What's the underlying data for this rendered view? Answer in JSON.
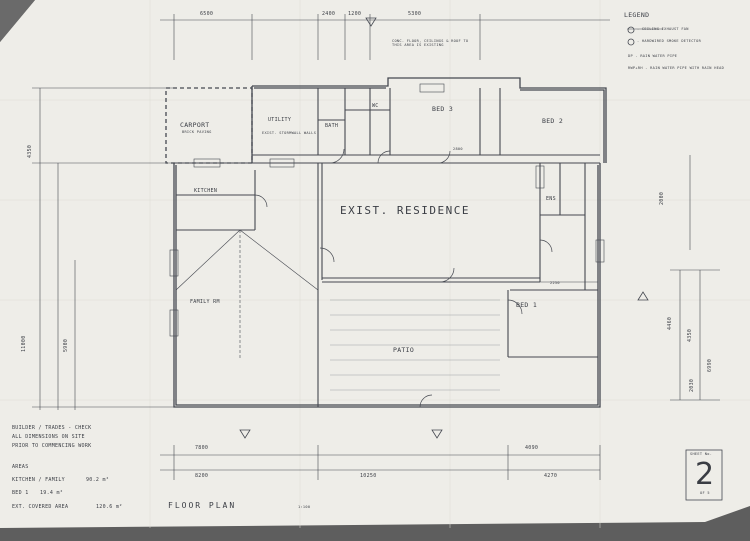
{
  "legend": {
    "title": "LEGEND",
    "items": [
      "- CEILING EXHAUST FAN",
      "- HARDWIRED SMOKE DETECTOR",
      "DP - RAIN WATER PIPE",
      "RWP+RH - RAIN WATER PIPE WITH RAIN HEAD"
    ]
  },
  "rooms": {
    "carport": "CARPORT",
    "carport_sub": "BRICK PAVING",
    "utility": "UTILITY",
    "bath": "BATH",
    "wc": "WC",
    "bed3": "BED 3",
    "bed2": "BED 2",
    "kitchen": "KITCHEN",
    "exist_residence": "EXIST. RESIDENCE",
    "ens": "ENS",
    "family": "FAMILY RM",
    "bed1": "BED 1",
    "patio": "PATIO"
  },
  "dimensions": {
    "top_1": "6500",
    "top_2": "2400",
    "top_3": "1200",
    "top_4": "5300",
    "bed3_width": "2800",
    "left_upper": "4350",
    "left_total": "11000",
    "left_mid": "5900",
    "bed1_width": "2250",
    "right_1": "2000",
    "right_2": "4460",
    "right_3": "4350",
    "right_4": "6990",
    "right_5": "2030",
    "bottom_1": "7800",
    "bottom_2": "4090",
    "bottom_3": "8200",
    "bottom_4": "10250",
    "bottom_5": "4270"
  },
  "notes": {
    "builder": [
      "BUILDER / TRADES - CHECK",
      "ALL DIMENSIONS ON SITE",
      "PRIOR TO COMMENCING WORK"
    ],
    "areas_title": "AREAS",
    "areas": [
      {
        "label": "KITCHEN / FAMILY",
        "value": "90.2 m²"
      },
      {
        "label": "BED 1",
        "value": "19.4 m²"
      },
      {
        "label": "EXT. COVERED AREA",
        "value": "120.6 m²"
      }
    ],
    "conc_floor": "CONC. FLOOR, CEILINGS & ROOF TO THIS AREA IS EXISTING",
    "exist_fixture": "EXIST. STORMWALL WALLS"
  },
  "title_block": {
    "title": "FLOOR PLAN",
    "scale": "1:100",
    "sheet_label": "SHEET No.",
    "sheet_number": "2",
    "of": "OF 5"
  }
}
